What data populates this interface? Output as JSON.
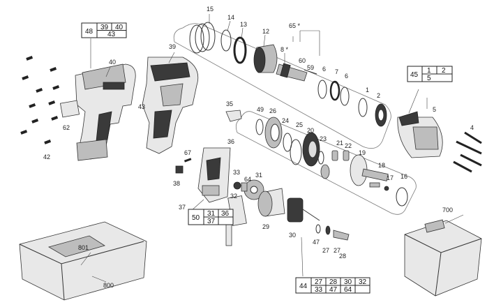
{
  "part_labels": [
    "1",
    "2",
    "4",
    "5",
    "6",
    "6",
    "7",
    "8 *",
    "12",
    "13",
    "14",
    "15",
    "16",
    "17",
    "18",
    "19",
    "20",
    "21",
    "22",
    "23",
    "24",
    "25",
    "26",
    "27",
    "27",
    "28",
    "29",
    "30",
    "31",
    "32",
    "33",
    "35",
    "36",
    "37",
    "38",
    "39",
    "40",
    "42",
    "43",
    "47",
    "49",
    "59",
    "60",
    "62",
    "64",
    "65 *",
    "67",
    "700",
    "800",
    "801"
  ],
  "kit_boxes": [
    {
      "id": "48",
      "cells": [
        "39",
        "40",
        "43"
      ]
    },
    {
      "id": "45",
      "cells": [
        "1",
        "2",
        "5"
      ]
    },
    {
      "id": "50",
      "cells": [
        "31",
        "36",
        "37"
      ]
    },
    {
      "id": "44",
      "cells": [
        "27",
        "28",
        "30",
        "32",
        "33",
        "47",
        "64"
      ]
    }
  ],
  "colors": {
    "line": "#333333",
    "dark_part": "#3a3a3a",
    "mid_part": "#bdbdbd",
    "light_part": "#e8e8e8"
  }
}
